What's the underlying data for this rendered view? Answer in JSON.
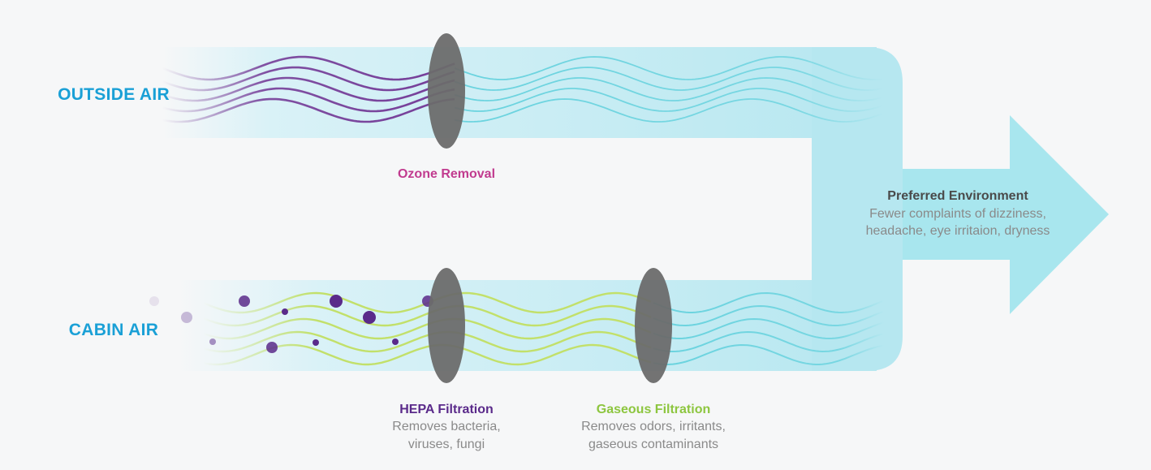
{
  "labels": {
    "outside_air": "OUTSIDE AIR",
    "cabin_air": "CABIN AIR",
    "ozone": {
      "title": "Ozone Removal"
    },
    "hepa": {
      "title": "HEPA Filtration",
      "line1": "Removes bacteria,",
      "line2": "viruses, fungi"
    },
    "gaseous": {
      "title": "Gaseous Filtration",
      "line1": "Removes odors, irritants,",
      "line2": "gaseous contaminants"
    },
    "preferred": {
      "title": "Preferred Environment",
      "line1": "Fewer complaints of dizziness,",
      "line2": "headache, eye irritaion, dryness"
    }
  },
  "colors": {
    "inlet_label": "#1aa0d6",
    "ozone": "#c13b8f",
    "hepa": "#5a2a8a",
    "gaseous": "#8dc63f",
    "preferred_title": "#4a4a4a",
    "duct_light": "#d6f1f7",
    "duct_dark": "#b6e7f0",
    "arrow": "#a8e6ee",
    "outside_wave": "#6b2a8e",
    "cabin_wave": "#c2e06a",
    "clean_wave": "#5fd0dc",
    "filter": "#6b6b6b",
    "particle": "#5a2a8a"
  }
}
